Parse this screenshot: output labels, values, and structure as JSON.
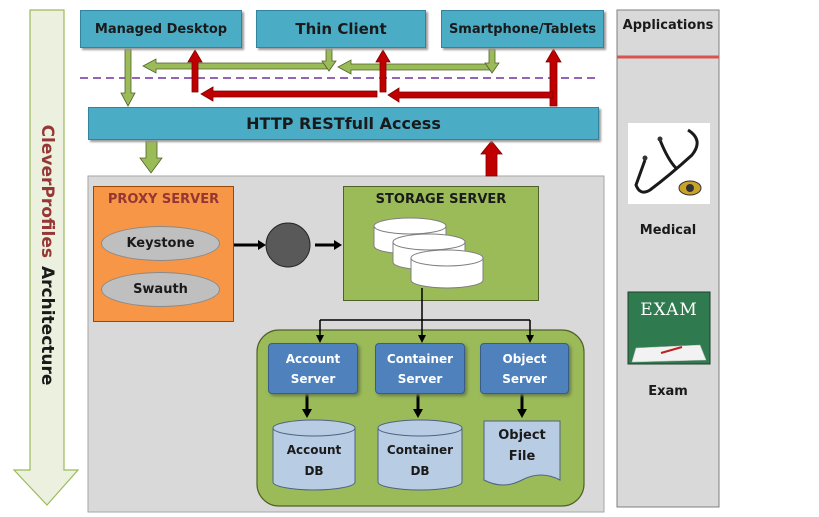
{
  "title": {
    "brand": "CleverProfiles",
    "rest": "Architecture"
  },
  "clients": {
    "managed_desktop": "Managed Desktop",
    "thin_client": "Thin Client",
    "smartphone": "Smartphone/Tablets"
  },
  "http_access": "HTTP RESTfull Access",
  "proxy": {
    "title": "PROXY SERVER",
    "keystone": "Keystone",
    "swauth": "Swauth"
  },
  "storage": {
    "title": "STORAGE SERVER"
  },
  "servers": {
    "account_line1": "Account",
    "account_line2": "Server",
    "container_line1": "Container",
    "container_line2": "Server",
    "object_line1": "Object",
    "object_line2": "Server"
  },
  "stores": {
    "account_db_line1": "Account",
    "account_db_line2": "DB",
    "container_db_line1": "Container",
    "container_db_line2": "DB",
    "object_file_line1": "Object",
    "object_file_line2": "File"
  },
  "applications": {
    "title": "Applications",
    "medical": "Medical",
    "exam": "Exam",
    "exam_board_text": "EXAM"
  },
  "colors": {
    "client_blue": "#4bacc6",
    "node_blue": "#4f81bd",
    "proxy_orange": "#f79646",
    "storage_green": "#9bbb59",
    "arrow_red": "#c00000",
    "arrow_green": "#77933c",
    "brand_red": "#953735",
    "dashed_purple": "#7030a0"
  }
}
